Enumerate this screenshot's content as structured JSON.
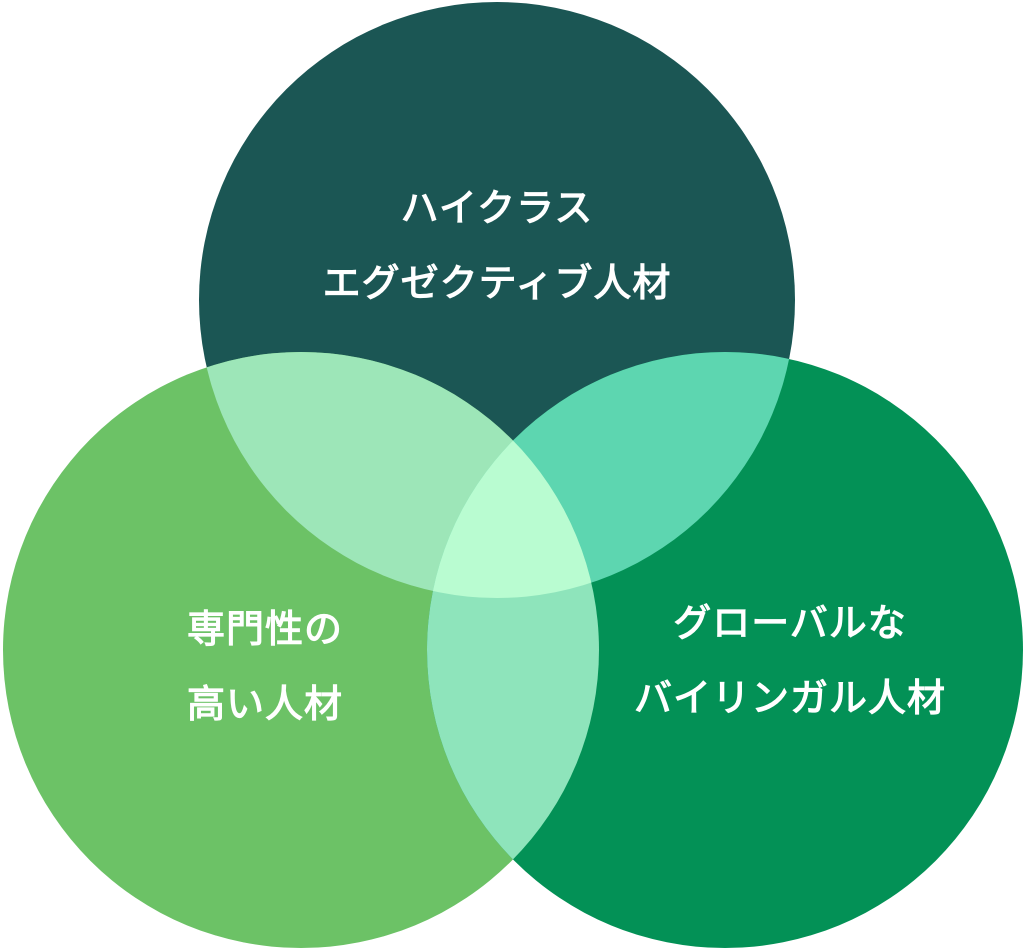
{
  "diagram": {
    "type": "venn-3",
    "sets": [
      {
        "id": "top",
        "lines": [
          "ハイクラス",
          "エグゼクティブ人材"
        ],
        "color": "#1b5654"
      },
      {
        "id": "left",
        "lines": [
          "専門性の",
          "高い人材"
        ],
        "color": "#6cc266"
      },
      {
        "id": "right",
        "lines": [
          "グローバルな",
          "バイリンガル人材"
        ],
        "color": "#039156"
      }
    ],
    "overlap_colors": {
      "top_left": "#9de6b8",
      "top_right": "#5dd6b0",
      "left_right": "#8ee4bb",
      "all": "#b9fcd1"
    }
  }
}
